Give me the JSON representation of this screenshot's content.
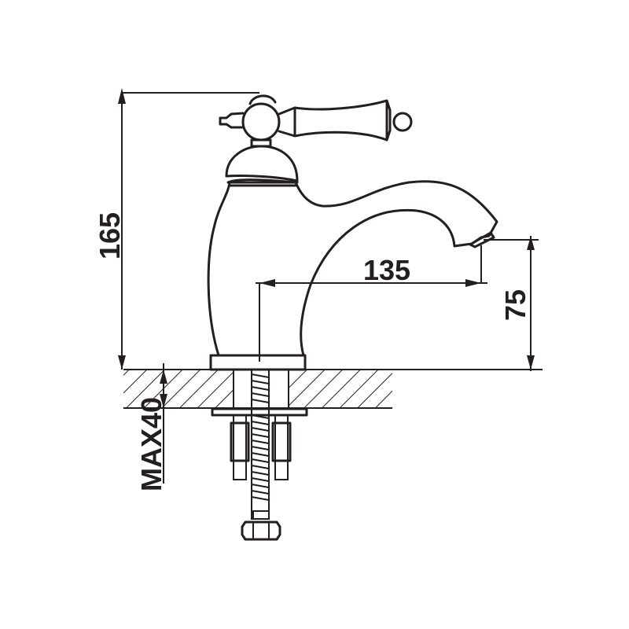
{
  "drawing": {
    "subject": "single-lever basin faucet (side view)",
    "line_color": "#231f20",
    "background": "#ffffff"
  },
  "dimensions": {
    "height_total": "165",
    "spout_reach": "135",
    "spout_height": "75",
    "max_counter_thickness": "MAX40"
  }
}
